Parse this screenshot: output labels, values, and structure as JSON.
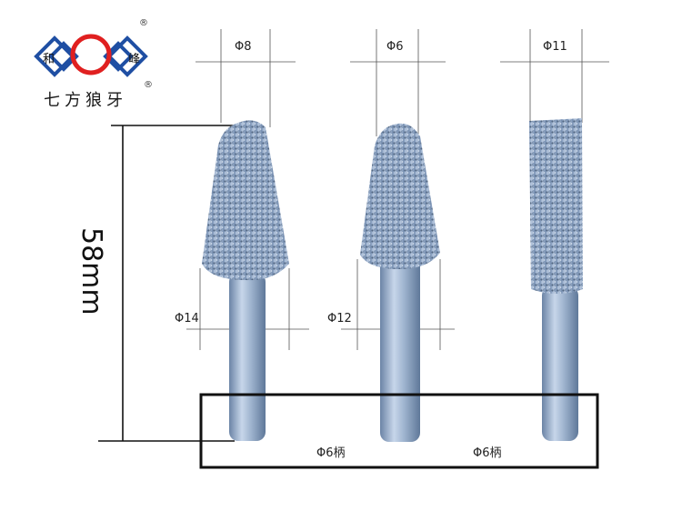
{
  "logo": {
    "char_left": "和",
    "char_right": "峰",
    "tagline": "七方狼牙",
    "registered_mark": "®",
    "colors": {
      "blue": "#1f4fa3",
      "red": "#e02020"
    }
  },
  "dimensions": {
    "tip1_top": "Φ8",
    "tip2_top": "Φ6",
    "tip3_top": "Φ11",
    "tip1_bottom": "Φ14",
    "tip2_bottom": "Φ12",
    "length": "58mm",
    "shank1": "Φ6柄",
    "shank2": "Φ6柄"
  },
  "colors": {
    "bit_steel": "#8fa6c4",
    "bit_dark": "#5f7899",
    "bit_light": "#c7d6ea",
    "frame": "#111111"
  }
}
